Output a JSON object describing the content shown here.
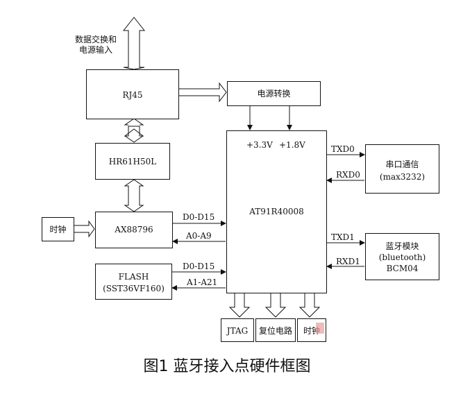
{
  "caption": "图1 蓝牙接入点硬件框图",
  "labels": {
    "data_power_in": "数据交换和\n电源输入"
  },
  "blocks": {
    "rj45": "RJ45",
    "power_conv": "电源转换",
    "hr61h50l": "HR61H50L",
    "mcu": "AT91R40008",
    "v33": "+3.3V",
    "v18": "+1.8V",
    "serial_line1": "串口通信",
    "serial_line2": "(max3232)",
    "clock_left": "时钟",
    "ax88796": "AX88796",
    "flash_line1": "FLASH",
    "flash_line2": "(SST36VF160)",
    "bt_line1": "蓝牙模块",
    "bt_line2": "(bluetooth)",
    "bt_line3": "BCM04",
    "jtag": "JTAG",
    "reset": "复位电路",
    "clock_bottom": "时钟"
  },
  "signals": {
    "ax_data": "D0-D15",
    "ax_addr": "A0-A9",
    "flash_data": "D0-D15",
    "flash_addr": "A1-A21",
    "txd0": "TXD0",
    "rxd0": "RXD0",
    "txd1": "TXD1",
    "rxd1": "RXD1"
  }
}
